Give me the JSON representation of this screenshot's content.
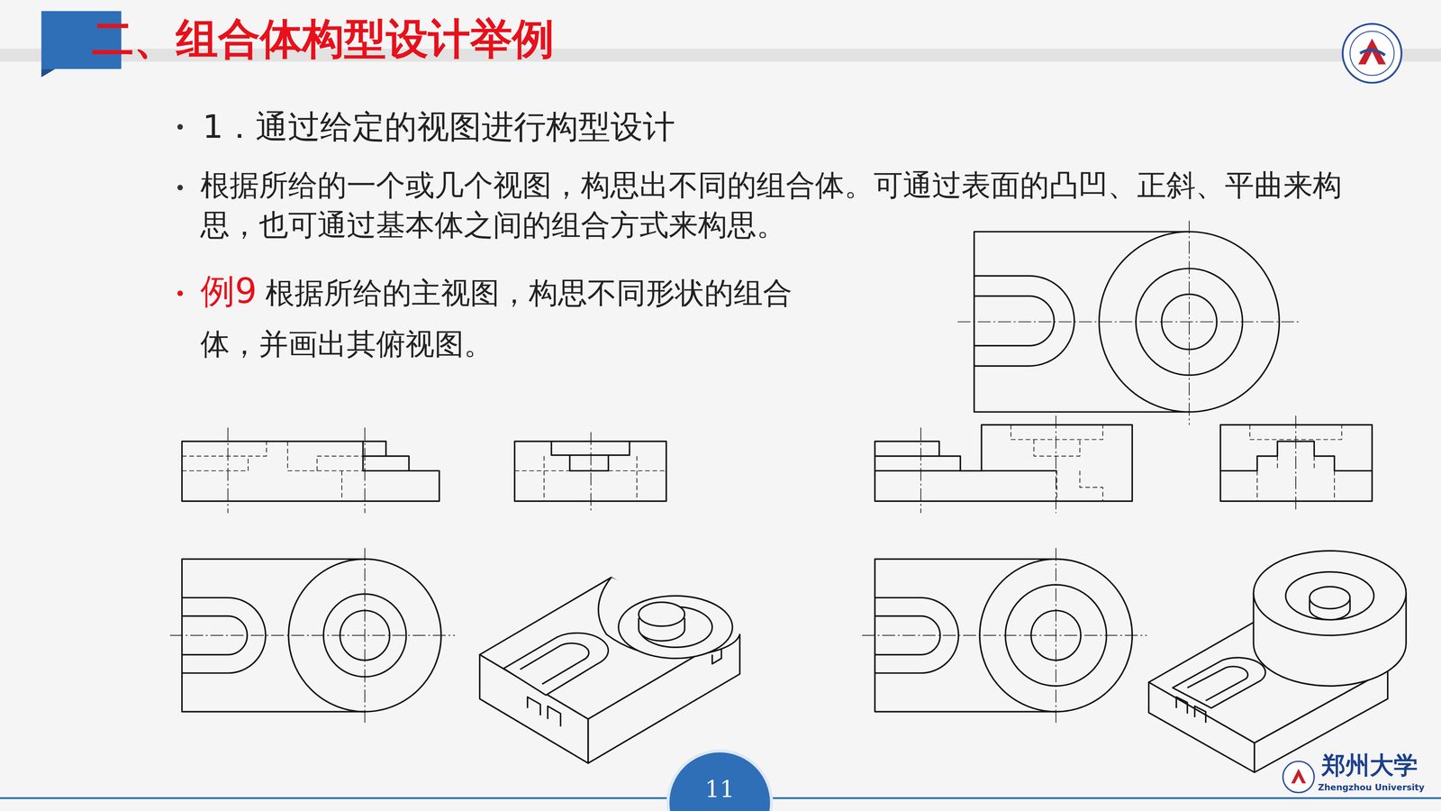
{
  "diagram": {
    "title": "二、组合体构型设计举例",
    "nodes": [
      {
        "text": [
          "11"
        ]
      }
    ],
    "labels": [
      "1．通过给定的视图进行构型设计",
      "根据所给的一个或几个视图，构思出不同的组合体。可通过表面的凸凹、正斜、平曲来构思，也可通过基本体之间的组合方式来构思。",
      "例9",
      "根据所给的主视图，构思不同形状的组合体，并画出其俯视图。",
      "郑州大学",
      "Zhengzhou University"
    ]
  }
}
